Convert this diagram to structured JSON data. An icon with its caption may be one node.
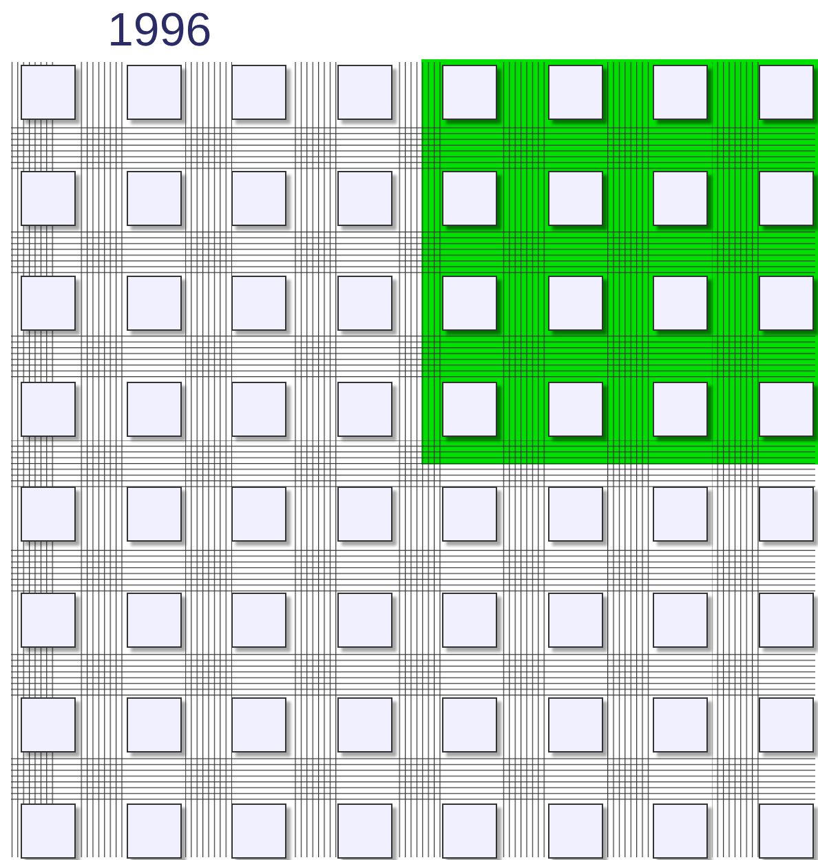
{
  "diagram": {
    "title": "1996",
    "nodes": [
      {
        "text": [],
        "shape": "box"
      },
      {
        "text": [],
        "shape": "box"
      },
      {
        "text": [],
        "shape": "box"
      },
      {
        "text": [],
        "shape": "box"
      },
      {
        "text": [],
        "shape": "box"
      },
      {
        "text": [],
        "shape": "box",
        "in": 0
      },
      {
        "text": [],
        "shape": "box",
        "in": 0
      },
      {
        "text": [],
        "shape": "box",
        "in": 0
      },
      {
        "text": [],
        "shape": "box",
        "in": 0
      },
      {
        "text": [],
        "shape": "box"
      },
      {
        "text": [],
        "shape": "box"
      },
      {
        "text": [],
        "shape": "box"
      },
      {
        "text": [],
        "shape": "box"
      },
      {
        "text": [],
        "shape": "box",
        "in": 0
      },
      {
        "text": [],
        "shape": "box",
        "in": 0
      },
      {
        "text": [],
        "shape": "box",
        "in": 0
      },
      {
        "text": [],
        "shape": "box",
        "in": 0
      },
      {
        "text": [],
        "shape": "box"
      },
      {
        "text": [],
        "shape": "box"
      },
      {
        "text": [],
        "shape": "box"
      },
      {
        "text": [],
        "shape": "box"
      },
      {
        "text": [],
        "shape": "box",
        "in": 0
      },
      {
        "text": [],
        "shape": "box",
        "in": 0
      },
      {
        "text": [],
        "shape": "box",
        "in": 0
      },
      {
        "text": [],
        "shape": "box",
        "in": 0
      },
      {
        "text": [],
        "shape": "box"
      },
      {
        "text": [],
        "shape": "box"
      },
      {
        "text": [],
        "shape": "box"
      },
      {
        "text": [],
        "shape": "box"
      },
      {
        "text": [],
        "shape": "box",
        "in": 0
      },
      {
        "text": [],
        "shape": "box",
        "in": 0
      },
      {
        "text": [],
        "shape": "box",
        "in": 0
      },
      {
        "text": [],
        "shape": "box",
        "in": 0
      },
      {
        "text": [],
        "shape": "box"
      },
      {
        "text": [],
        "shape": "box"
      },
      {
        "text": [],
        "shape": "box"
      },
      {
        "text": [],
        "shape": "box"
      },
      {
        "text": [],
        "shape": "box"
      },
      {
        "text": [],
        "shape": "box"
      },
      {
        "text": [],
        "shape": "box"
      },
      {
        "text": [],
        "shape": "box"
      },
      {
        "text": [],
        "shape": "box"
      },
      {
        "text": [],
        "shape": "box"
      },
      {
        "text": [],
        "shape": "box"
      },
      {
        "text": [],
        "shape": "box"
      },
      {
        "text": [],
        "shape": "box"
      },
      {
        "text": [],
        "shape": "box"
      },
      {
        "text": [],
        "shape": "box"
      },
      {
        "text": [],
        "shape": "box"
      },
      {
        "text": [],
        "shape": "box"
      },
      {
        "text": [],
        "shape": "box"
      },
      {
        "text": [],
        "shape": "box"
      },
      {
        "text": [],
        "shape": "box"
      },
      {
        "text": [],
        "shape": "box"
      },
      {
        "text": [],
        "shape": "box"
      },
      {
        "text": [],
        "shape": "box"
      },
      {
        "text": [],
        "shape": "box"
      },
      {
        "text": [],
        "shape": "box"
      },
      {
        "text": [],
        "shape": "box"
      },
      {
        "text": [],
        "shape": "box"
      },
      {
        "text": [],
        "shape": "box"
      },
      {
        "text": [],
        "shape": "box"
      },
      {
        "text": [],
        "shape": "box"
      },
      {
        "text": [],
        "shape": "box"
      },
      {
        "text": [],
        "shape": "box"
      }
    ]
  }
}
